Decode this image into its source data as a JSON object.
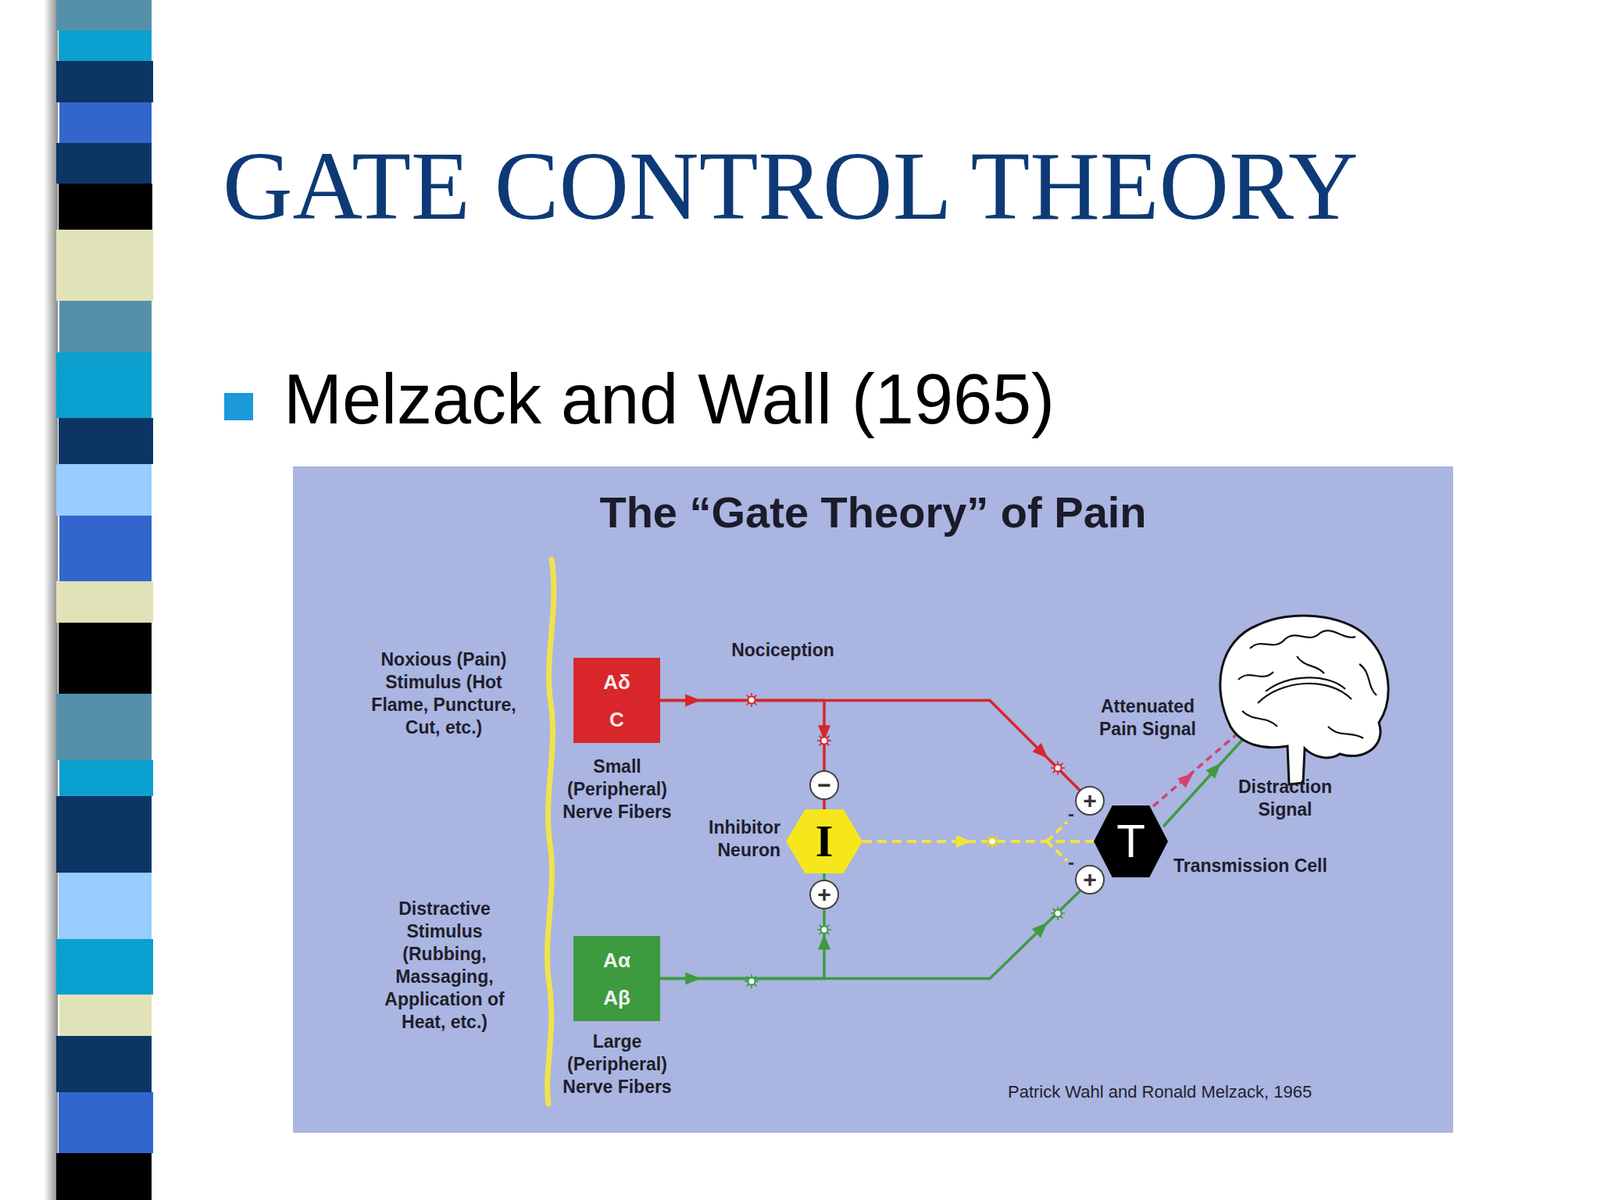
{
  "diagram": {
    "title": "GATE CONTROL THEORY",
    "nodes": [
      {
        "text": [
          "Aδ C",
          "Small (Peripheral) Nerve Fibers"
        ]
      },
      {
        "text": [
          "Aα Aβ",
          "Large (Peripheral) Nerve Fibers"
        ]
      },
      {
        "text": [
          "I",
          "Inhibitor Neuron"
        ]
      },
      {
        "text": [
          "T",
          "Transmission Cell"
        ]
      }
    ],
    "edges": [
      {
        "from": 0,
        "to": 2,
        "arrow": "to"
      },
      {
        "from": 0,
        "to": 3,
        "arrow": "to"
      },
      {
        "from": 1,
        "to": 2,
        "arrow": "to"
      },
      {
        "from": 1,
        "to": 3,
        "arrow": "to"
      },
      {
        "from": 2,
        "to": 3,
        "arrow": "to"
      }
    ],
    "labels": [
      "Melzack and Wall (1965)",
      "The “Gate Theory” of Pain",
      "Noxious (Pain) Stimulus (Hot Flame, Puncture, Cut, etc.)",
      "Nociception",
      "Distractive Stimulus (Rubbing, Massaging, Application of Heat, etc.)",
      "−",
      "+",
      "+",
      "+",
      "-",
      "-",
      "Attenuated Pain Signal",
      "Distraction Signal",
      "Patrick Wahl and Ronald Melzack, 1965"
    ]
  }
}
